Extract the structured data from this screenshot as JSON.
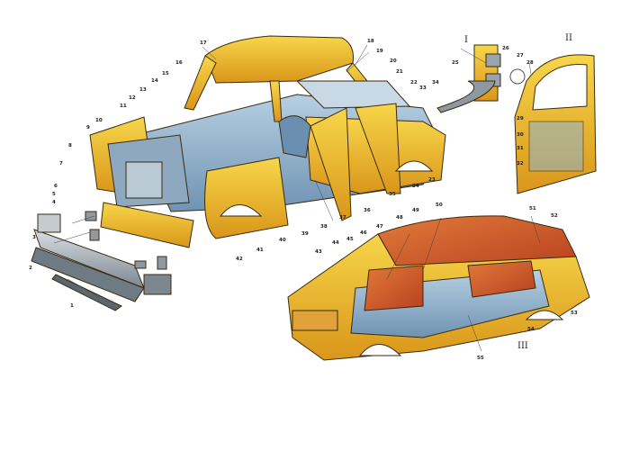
{
  "figure": {
    "section_markers": [
      "I",
      "II",
      "III"
    ],
    "callouts": [
      "1",
      "2",
      "3",
      "4",
      "5",
      "6",
      "7",
      "8",
      "9",
      "10",
      "11",
      "12",
      "13",
      "14",
      "15",
      "16",
      "17",
      "18",
      "19",
      "20",
      "21",
      "22",
      "23",
      "24",
      "25",
      "26",
      "27",
      "28",
      "29",
      "30",
      "31",
      "32",
      "33",
      "34",
      "35",
      "36",
      "37",
      "38",
      "39",
      "40",
      "41",
      "42",
      "43",
      "44",
      "45",
      "46",
      "47",
      "48",
      "49",
      "50",
      "51",
      "52",
      "53",
      "54",
      "55"
    ]
  },
  "colors": {
    "body_paint": "#f2c32a",
    "body_shadow": "#d89a1a",
    "interior_blue": "#8fb3cf",
    "interior_red": "#c8502a",
    "outline": "#3a2a10",
    "bumper_chrome": "#9aa4ad",
    "background": "#ffffff"
  }
}
